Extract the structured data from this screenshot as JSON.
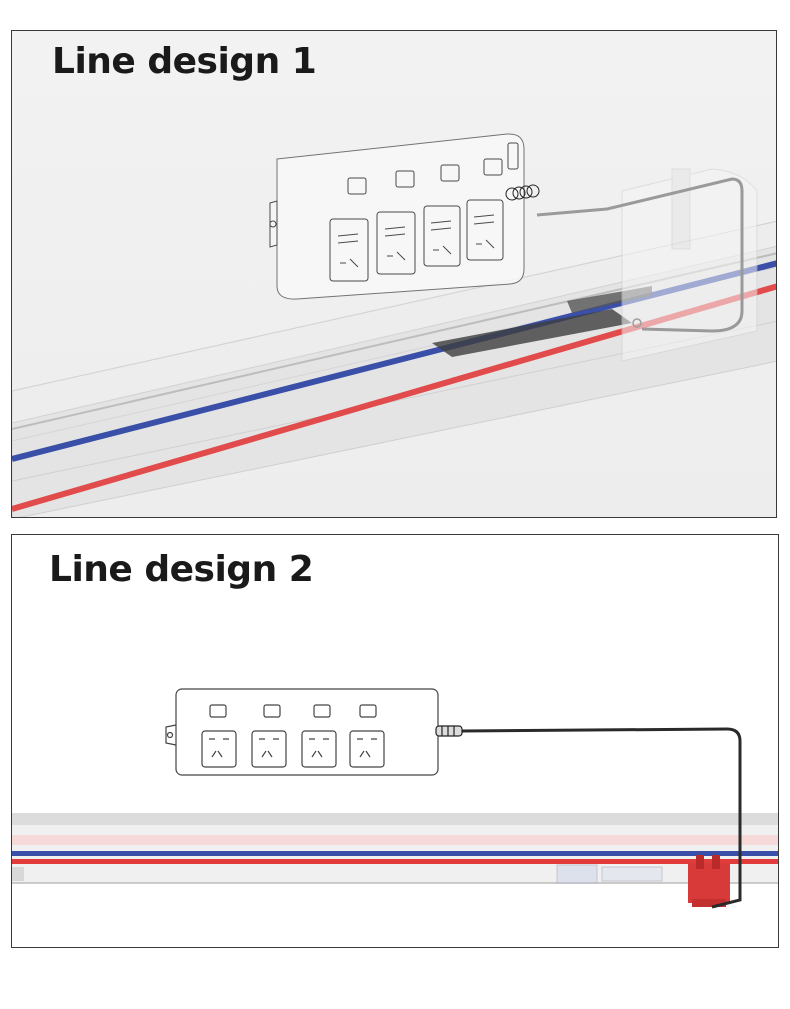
{
  "panels": [
    {
      "title": "Line design 1"
    },
    {
      "title": "Line design 2"
    }
  ],
  "colors": {
    "live_wire": "#e23b3b",
    "neutral_wire": "#3a4fa8",
    "outline": "#4a4a4a",
    "clamp": "#d83a3a",
    "cable": "#2a2a2a"
  },
  "icons": [
    "power-strip",
    "rail-track",
    "wire-clamp",
    "cable-plug"
  ]
}
